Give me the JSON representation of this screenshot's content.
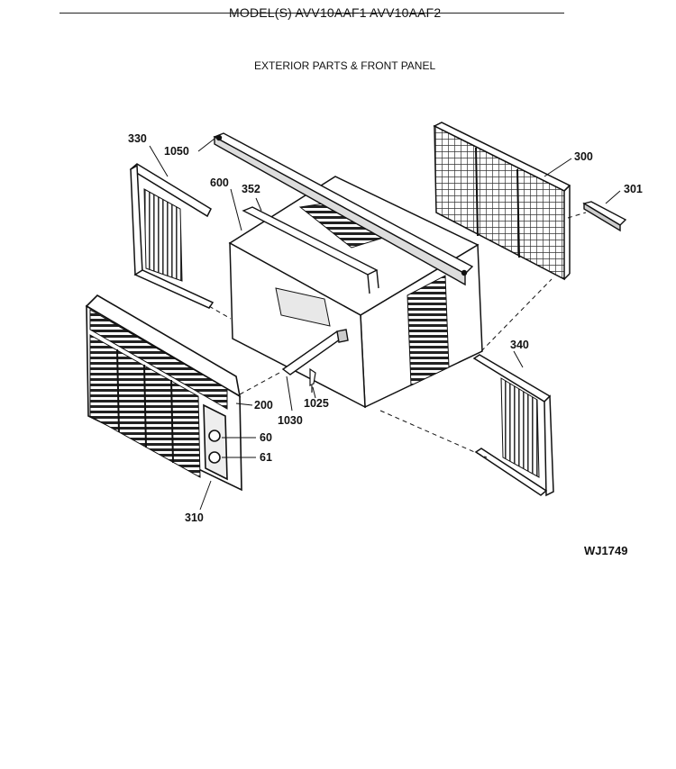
{
  "header": {
    "title": "MODEL(S) AVV10AAF1  AVV10AAF2",
    "subtitle": "EXTERIOR PARTS & FRONT PANEL"
  },
  "callouts": {
    "p330": "330",
    "p1050": "1050",
    "p600": "600",
    "p352": "352",
    "p300": "300",
    "p301": "301",
    "p340": "340",
    "p200": "200",
    "p60": "60",
    "p61": "61",
    "p310": "310",
    "p1030": "1030",
    "p1025": "1025"
  },
  "footer": {
    "diagram_code": "WJ1749"
  }
}
